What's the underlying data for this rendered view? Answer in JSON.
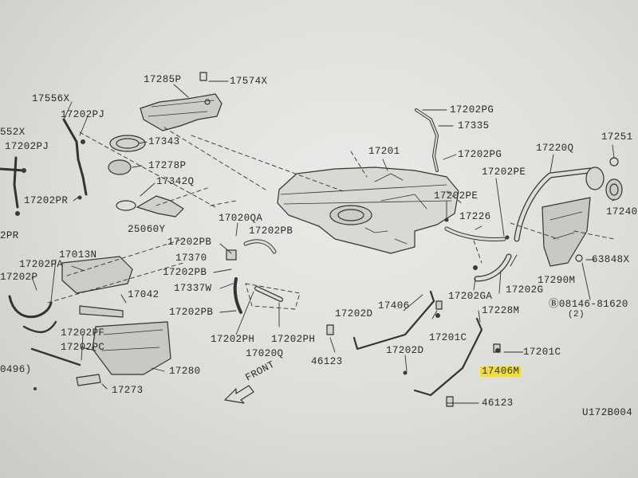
{
  "labels": {
    "p17285P": "17285P",
    "p17574X": "17574X",
    "p17556X": "17556X",
    "p17202PJ_a": "17202PJ",
    "p552X": "552X",
    "p17202PJ_b": "17202PJ",
    "p17343": "17343",
    "p17278P": "17278P",
    "p17342Q": "17342Q",
    "p17202PR": "17202PR",
    "p25060Y": "25060Y",
    "pPR": "2PR",
    "p17202PG_a": "17202PG",
    "p17335": "17335",
    "p17202PG_b": "17202PG",
    "p17201": "17201",
    "p17251": "17251",
    "p17220Q": "17220Q",
    "p17202PE_a": "17202PE",
    "p17202PE_b": "17202PE",
    "p17226": "17226",
    "p17240": "17240",
    "p17020QA": "17020QA",
    "p17202PB_a": "17202PB",
    "p17202PB_b": "17202PB",
    "p17370": "17370",
    "p17202PB_c": "17202PB",
    "p17337W": "17337W",
    "p17202PB_d": "17202PB",
    "p17013N": "17013N",
    "p17202PA": "17202PA",
    "p17202P": "17202P",
    "p17042": "17042",
    "p17202PF": "17202PF",
    "p17202PH_a": "17202PH",
    "p17020Q": "17020Q",
    "p17202PH_b": "17202PH",
    "p17202GA": "17202GA",
    "p17202G": "17202G",
    "p17290M": "17290M",
    "p63848X": "63848X",
    "p08146": "08146-81620",
    "p08146qty": "(2)",
    "p17228M": "17228M",
    "p17406_a": "17406",
    "p17202D_a": "17202D",
    "p17201C_a": "17201C",
    "p17201C_b": "17201C",
    "p17202D_b": "17202D",
    "p17406M": "17406M",
    "p46123_a": "46123",
    "p46123_b": "46123",
    "p17280": "17280",
    "p17202PC": "17202PC",
    "p17273": "17273",
    "p0496": "0496)",
    "front": "FRONT",
    "ref": "U172B004"
  },
  "colors": {
    "ink": "#2a2a2a",
    "highlight": "#f2dc3a",
    "background": "#dcdeda"
  }
}
